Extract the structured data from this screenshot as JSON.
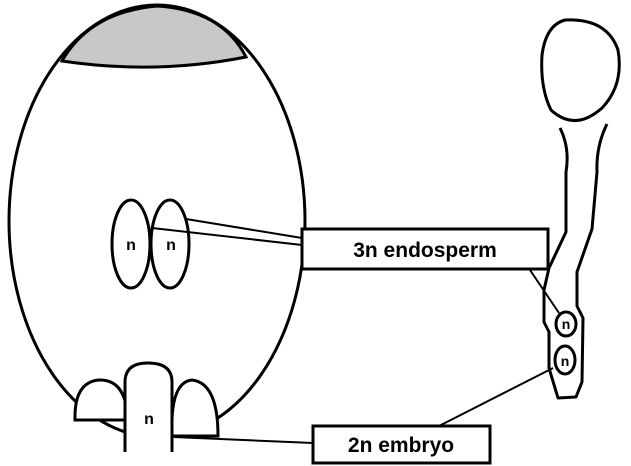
{
  "diagram": {
    "polar_nucleus_left_label": "n",
    "polar_nucleus_right_label": "n",
    "egg_cell_label": "n",
    "pollen_nucleus_upper_label": "n",
    "pollen_nucleus_lower_label": "n",
    "endosperm_label": "3n endosperm",
    "embryo_label": "2n embryo",
    "colors": {
      "stroke": "#000000",
      "fill": "#ffffff",
      "antipodal_fill": "#c8c8c8"
    }
  }
}
